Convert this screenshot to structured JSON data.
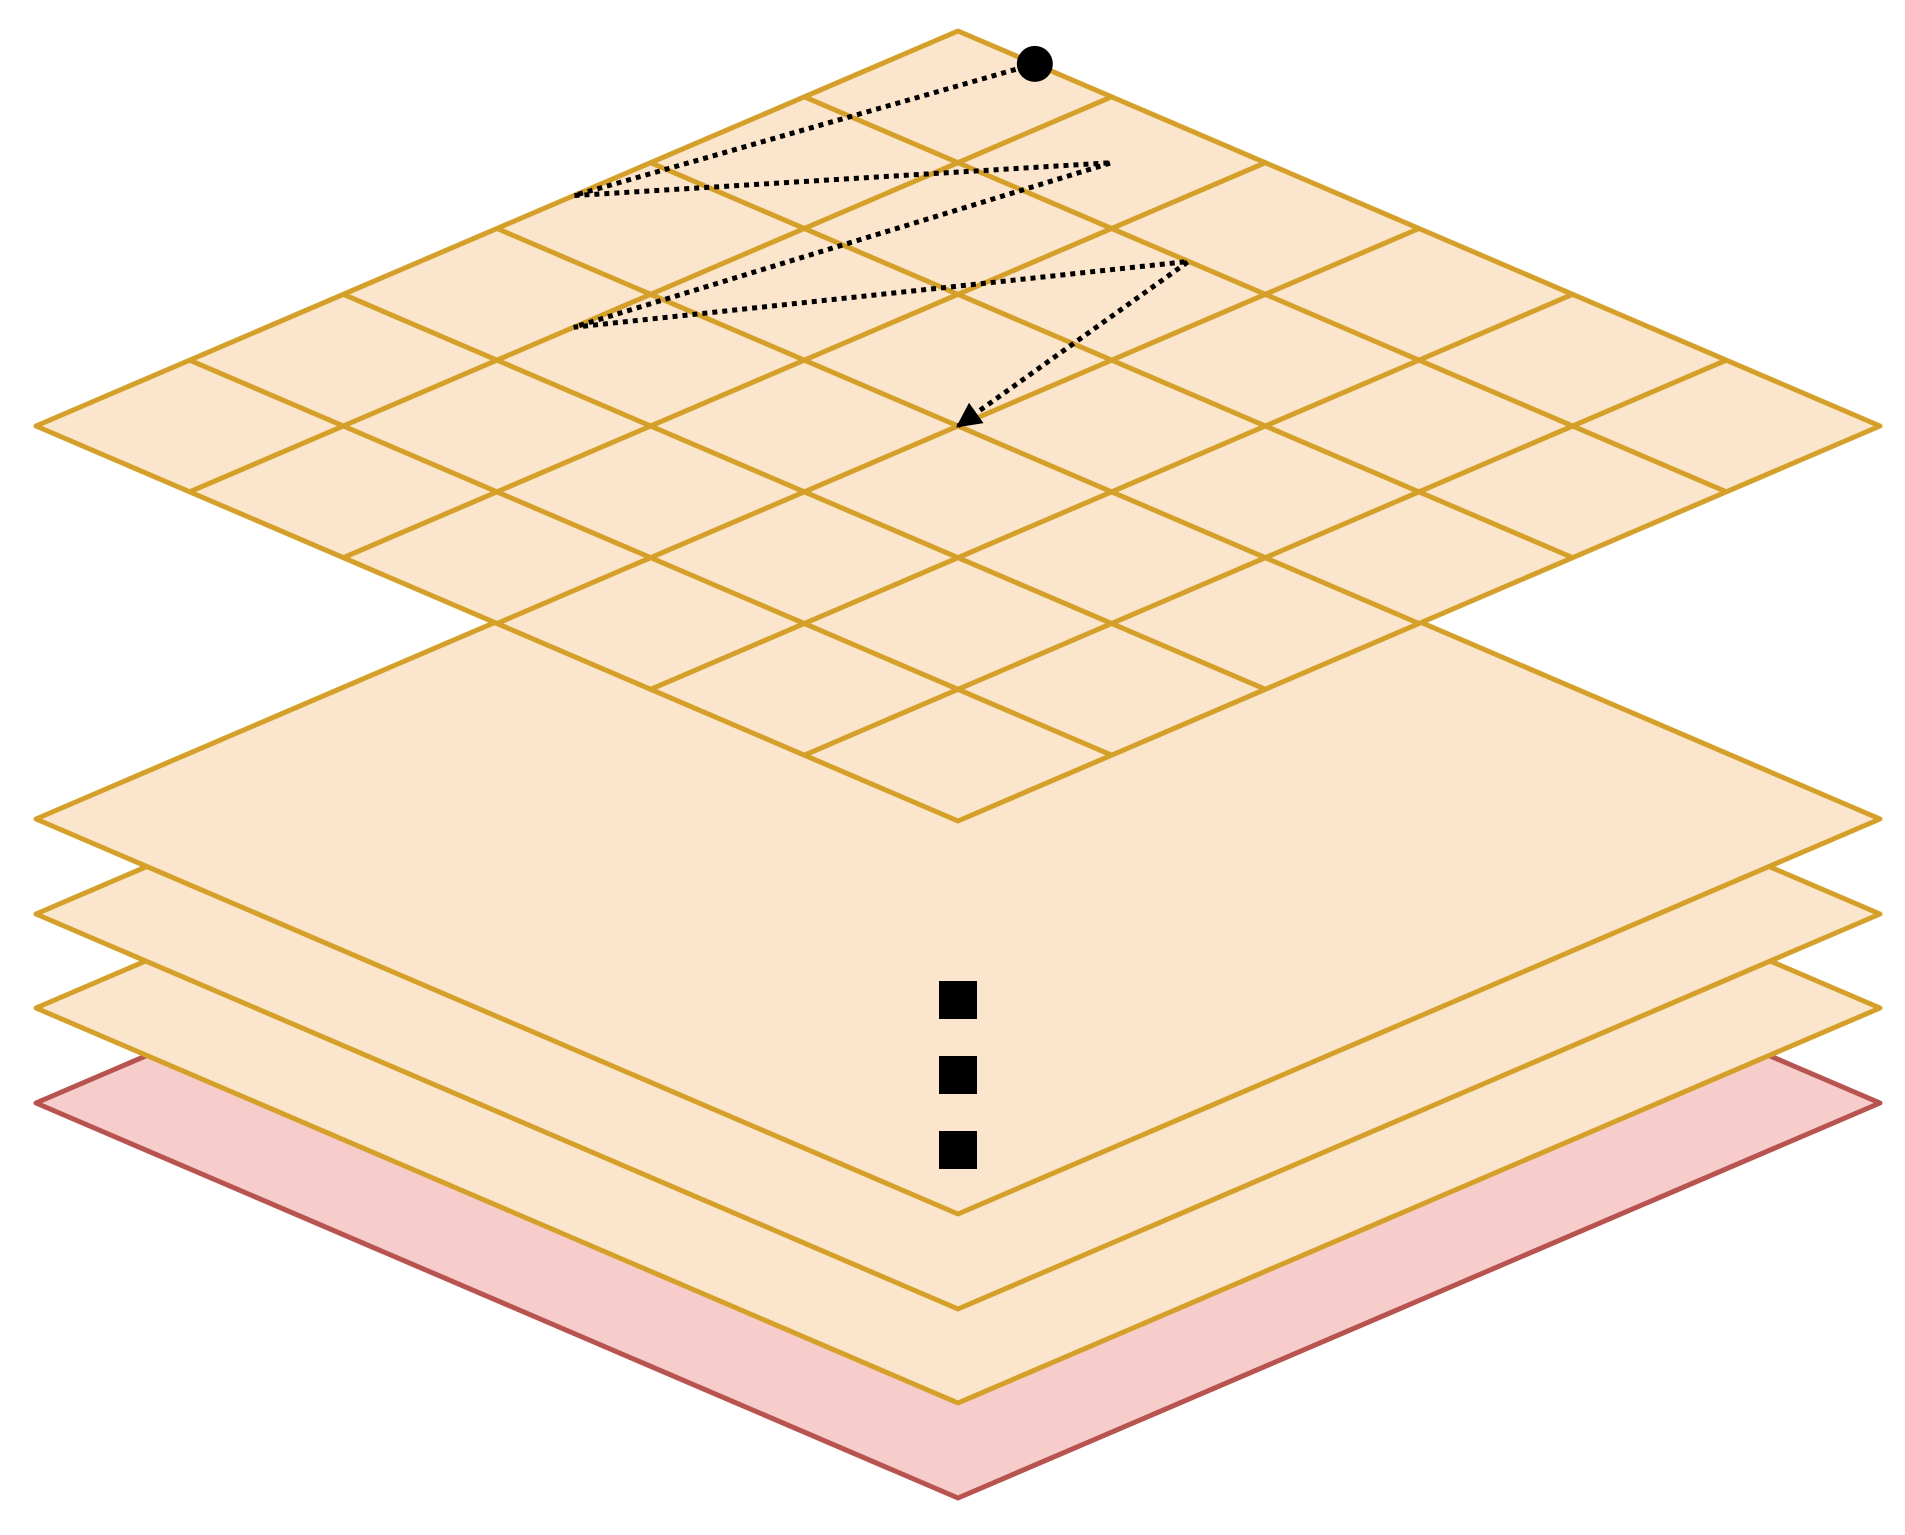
{
  "diagram": {
    "description_visible_text": "",
    "colors": {
      "layer_fill": "#fce5cd",
      "layer_stroke": "#d5a02a",
      "base_fill": "#f6cdcb",
      "base_stroke": "#b85450",
      "scan_path": "#000000",
      "ellipsis": "#000000"
    },
    "grid": {
      "rows": 6,
      "cols": 6
    },
    "layers": [
      {
        "name": "base-layer",
        "kind": "base"
      },
      {
        "name": "last-feature-layer",
        "kind": "plain"
      },
      {
        "name": "feature-layer-3",
        "kind": "plain"
      },
      {
        "name": "feature-layer-2",
        "kind": "plain"
      },
      {
        "name": "feature-layer-1",
        "kind": "grid"
      }
    ],
    "scan_path": {
      "start_marker": "circle",
      "end_marker": "arrowhead",
      "style": "dotted",
      "visits": [
        {
          "row": 0,
          "col": 0.5
        },
        {
          "row": 2.5,
          "col": 0
        },
        {
          "row": 0.5,
          "col": 1.5
        },
        {
          "row": 3.5,
          "col": 1
        },
        {
          "row": 1,
          "col": 2.5
        },
        {
          "row": 3,
          "col": 3
        }
      ]
    },
    "ellipsis": {
      "dots": 3,
      "shape": "square"
    }
  }
}
